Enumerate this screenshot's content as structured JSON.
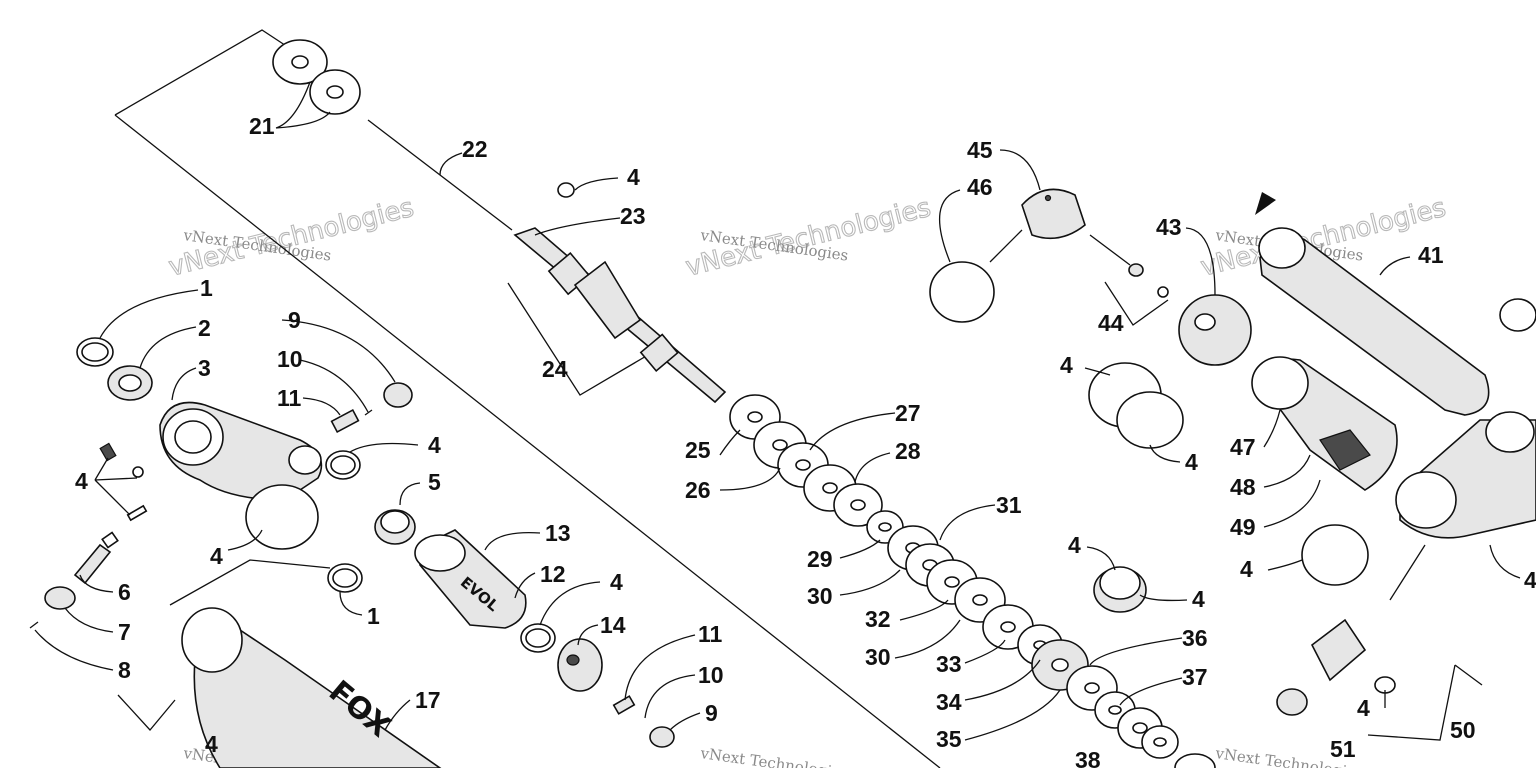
{
  "watermark": {
    "line1": "vNext Technologies",
    "line2": "vNext Technologies"
  },
  "brand": {
    "fox": "FOX",
    "evol": "EVOL"
  },
  "callouts": [
    "1",
    "2",
    "3",
    "4",
    "4",
    "4",
    "5",
    "6",
    "7",
    "8",
    "9",
    "10",
    "11",
    "4",
    "1",
    "13",
    "12",
    "4",
    "14",
    "11",
    "10",
    "9",
    "17",
    "4",
    "21",
    "22",
    "4",
    "23",
    "24",
    "25",
    "26",
    "27",
    "28",
    "29",
    "30",
    "31",
    "32",
    "30",
    "33",
    "34",
    "35",
    "36",
    "37",
    "38",
    "4",
    "4",
    "45",
    "46",
    "44",
    "43",
    "4",
    "4",
    "41",
    "47",
    "48",
    "49",
    "4",
    "50",
    "51",
    "4",
    "4"
  ]
}
